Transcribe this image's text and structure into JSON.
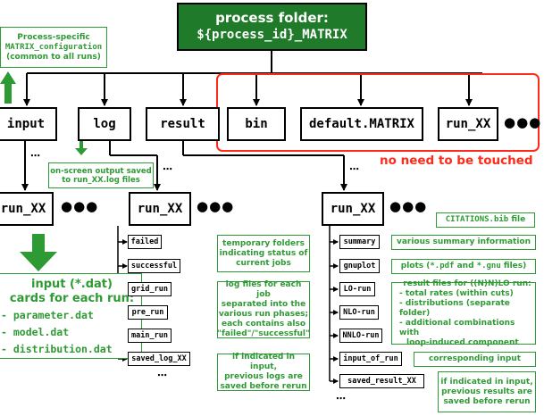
{
  "top": {
    "title": "process folder:",
    "subtitle": "${process_id}_MATRIX"
  },
  "config_note": {
    "line1": "Process-specific",
    "line2": "MATRIX_configuration",
    "line3": "(common to all runs)"
  },
  "level1": {
    "input": "input",
    "log": "log",
    "result": "result",
    "bin": "bin",
    "default": "default.MATRIX",
    "run": "run_XX",
    "more": "●●●"
  },
  "untouched": "no need to be touched",
  "log_note": {
    "line1": "on-screen output saved",
    "line2": "to run_XX.log files"
  },
  "level2": {
    "input_run": "run_XX",
    "log_run": "run_XX",
    "result_run": "run_XX",
    "more": "●●●"
  },
  "input_cards": {
    "line1": "input (*.dat)",
    "line2": "cards for each run:",
    "files": [
      "- parameter.dat",
      "- model.dat",
      "- distribution.dat"
    ]
  },
  "log_folders": [
    "failed",
    "successful",
    "grid_run",
    "pre_run",
    "main_run",
    "saved_log_XX"
  ],
  "log_notes": {
    "temp": [
      "temporary folders",
      "indicating status of",
      "current jobs"
    ],
    "files": [
      "log files for each job",
      "separated into the",
      "various run phases;",
      "each contains also",
      "\"failed\"/\"successful\""
    ],
    "saved": [
      "if indicated in input,",
      "previous logs are",
      "saved before rerun"
    ]
  },
  "result_folders": [
    "summary",
    "gnuplot",
    "LO-run",
    "NLO-run",
    "NNLO-run",
    "input_of_run",
    "saved_result_XX"
  ],
  "result_notes": {
    "citations": "CITATIONS.bib file",
    "summary": "various summary information",
    "plots": "plots (*.pdf and *.gnu files)",
    "results": [
      "result files for ((N)N)LO run:",
      "- total rates (within cuts)",
      "- distributions (separate folder)",
      "- additional combinations with",
      "  loop-induced component"
    ],
    "input": "corresponding input",
    "saved": [
      "if indicated in input,",
      "previous results are",
      "saved before rerun"
    ]
  },
  "colors": {
    "green": "#2e9a34",
    "dark_green": "#1f7a2a",
    "red": "#ff2a1a"
  }
}
